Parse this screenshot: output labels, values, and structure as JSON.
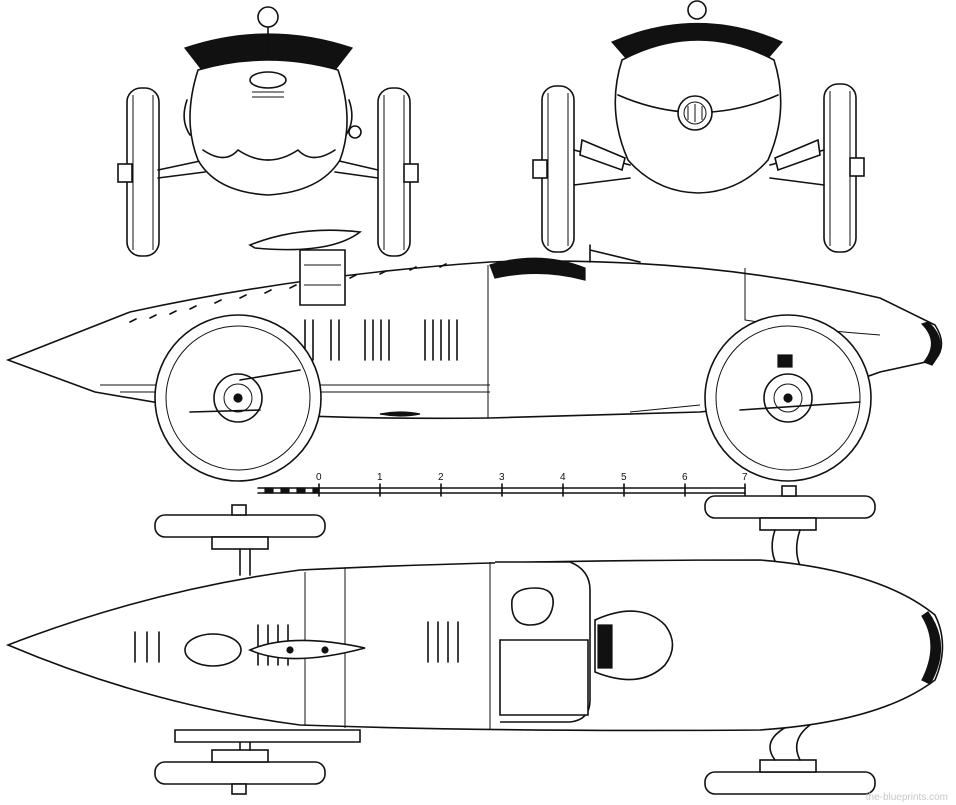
{
  "scale": {
    "ticks": [
      "0",
      "1",
      "2",
      "3",
      "4",
      "5",
      "6",
      "7"
    ]
  },
  "watermark": "the-blueprints.com",
  "views": [
    "front-view",
    "rear-view",
    "side-view",
    "top-view"
  ]
}
